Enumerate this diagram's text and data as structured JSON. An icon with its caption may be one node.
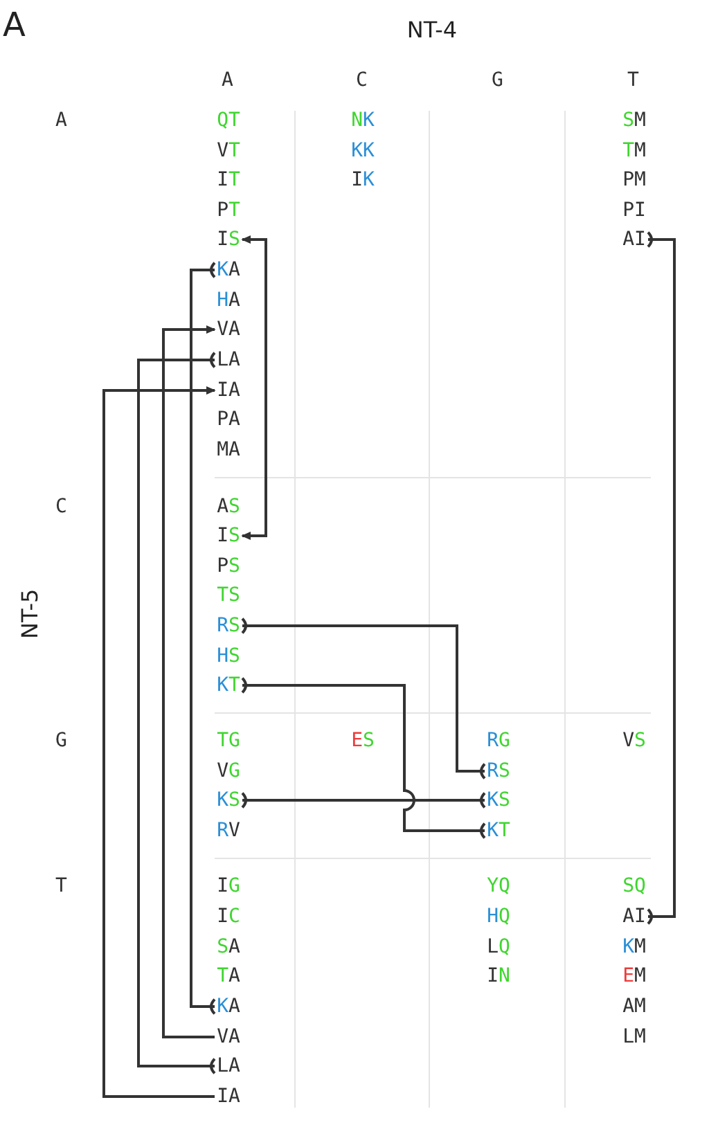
{
  "diagram": {
    "nodes": [
      {
        "text": [
          "IS"
        ]
      },
      {
        "text": [
          "AI"
        ]
      },
      {
        "text": [
          "KA"
        ]
      },
      {
        "text": [
          "VA"
        ]
      },
      {
        "text": [
          "LA"
        ]
      },
      {
        "text": [
          "IA"
        ]
      },
      {
        "text": [
          "IS"
        ]
      },
      {
        "text": [
          "RS"
        ]
      },
      {
        "text": [
          "KT"
        ]
      },
      {
        "text": [
          "RS"
        ]
      },
      {
        "text": [
          "KS"
        ]
      },
      {
        "text": [
          "KS"
        ]
      },
      {
        "text": [
          "KT"
        ]
      },
      {
        "text": [
          "AI"
        ]
      },
      {
        "text": [
          "KA"
        ]
      },
      {
        "text": [
          "VA"
        ]
      },
      {
        "text": [
          "LA"
        ]
      },
      {
        "text": [
          "IA"
        ]
      }
    ],
    "edges": [
      {
        "from": 0,
        "to": 6,
        "arrow": "both"
      },
      {
        "from": 2,
        "to": 14,
        "arrow": "other"
      },
      {
        "from": 15,
        "to": 3,
        "arrow": "to"
      },
      {
        "from": 4,
        "to": 16,
        "arrow": "other"
      },
      {
        "from": 17,
        "to": 5,
        "arrow": "to"
      },
      {
        "from": 1,
        "to": 13,
        "arrow": "other"
      },
      {
        "from": 7,
        "to": 9,
        "arrow": "other"
      },
      {
        "from": 8,
        "to": 12,
        "arrow": "other"
      },
      {
        "from": 10,
        "to": 11,
        "arrow": "other"
      }
    ],
    "labels": [
      "A",
      "NT-4",
      "A",
      "C",
      "G",
      "T",
      "A",
      "QT",
      "NK",
      "SM",
      "VT",
      "KK",
      "TM",
      "IT",
      "IK",
      "PM",
      "PT",
      "PI",
      "HA",
      "PA",
      "MA",
      "NT-5",
      "C",
      "AS",
      "PS",
      "TS",
      "HS",
      "G",
      "TG",
      "ES",
      "RG",
      "VS",
      "VG",
      "RV",
      "T",
      "IG",
      "YQ",
      "SQ",
      "IC",
      "HQ",
      "SA",
      "LQ",
      "KM",
      "TA",
      "IN",
      "EM",
      "AM",
      "LM"
    ]
  }
}
